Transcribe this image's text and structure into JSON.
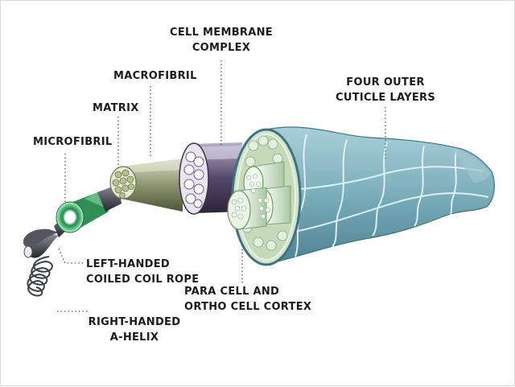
{
  "labels": {
    "cell_membrane": {
      "line1": "CELL MEMBRANE",
      "line2": "COMPLEX"
    },
    "four_outer": {
      "line1": "FOUR OUTER",
      "line2": "CUTICLE LAYERS"
    },
    "macrofibril": "MACROFIBRIL",
    "matrix": "MATRIX",
    "microfibril": "MICROFIBRIL",
    "left_handed": {
      "line1": "LEFT-HANDED",
      "line2": "COILED COIL ROPE"
    },
    "para_ortho": {
      "line1": "PARA CELL AND",
      "line2": "ORTHO CELL CORTEX"
    },
    "right_handed": {
      "line1": "RIGHT-HANDED",
      "line2": "A-HELIX"
    }
  },
  "colors": {
    "cuticle": "#7fb1be",
    "cuticle_dark": "#4f8596",
    "cortex": "#c9dcc0",
    "membrane": "#55486a",
    "macrofibril": "#6f7c52",
    "microfibril_ring": "#3fae6a",
    "rope": "#3a3c47",
    "leader": "#555555"
  }
}
